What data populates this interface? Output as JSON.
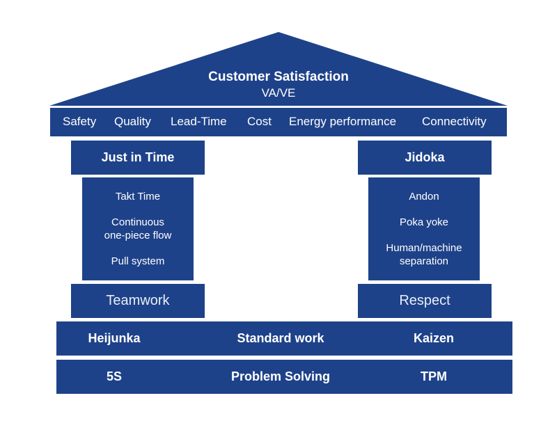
{
  "roof": {
    "title": "Customer Satisfaction",
    "subtitle": "VA/VE"
  },
  "goals": [
    "Safety",
    "Quality",
    "Lead-Time",
    "Cost",
    "Energy performance",
    "Connectivity"
  ],
  "left_pillar": {
    "title": "Just in Time",
    "items": [
      "Takt Time",
      "Continuous\none-piece flow",
      "Pull system"
    ],
    "base": "Teamwork"
  },
  "right_pillar": {
    "title": "Jidoka",
    "items": [
      "Andon",
      "Poka yoke",
      "Human/machine\nseparation"
    ],
    "base": "Respect"
  },
  "foundation": {
    "row1": [
      "Heijunka",
      "Standard work",
      "Kaizen"
    ],
    "row2": [
      "5S",
      "Problem Solving",
      "TPM"
    ]
  },
  "colors": {
    "block": "#1e4289",
    "text": "#ffffff"
  }
}
